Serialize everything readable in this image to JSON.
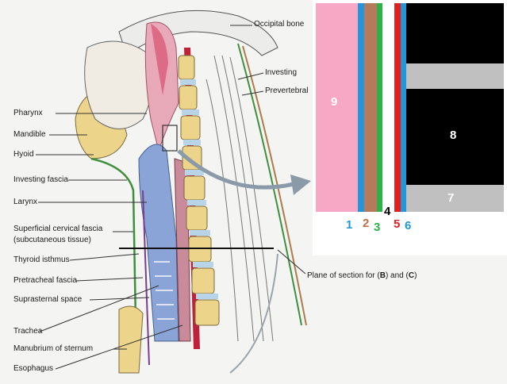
{
  "figure": {
    "left_labels": [
      "Pharynx",
      "Mandible",
      "Hyoid",
      "Investing fascia",
      "Larynx",
      "Superficial cervical fascia",
      "(subcutaneous tissue)",
      "Thyroid isthmus",
      "Pretracheal fascia",
      "Suprasternal space",
      "Trachea",
      "Manubrium of sternum",
      "Esophagus"
    ],
    "right_labels": [
      "Occipital bone",
      "Investing",
      "Prevertebral"
    ],
    "plane_label": {
      "prefix": "Plane of section for (",
      "b": "B",
      "mid": ") and (",
      "c": "C",
      "suffix": ")"
    }
  },
  "inset": {
    "layer_numbers": [
      "1",
      "2",
      "3",
      "4",
      "5",
      "6",
      "7",
      "8",
      "9"
    ],
    "colors": {
      "layer_9": "#f7a8c4",
      "layer_1": "#2196d8",
      "layer_2": "#b47a5a",
      "layer_3": "#2bb34a",
      "layer_5": "#e02020",
      "layer_6": "#2196d8",
      "layer_7": "#c0c0c0",
      "layer_8": "#000000",
      "label_1": "#2196d8",
      "label_2": "#c07048",
      "label_3": "#2bb34a",
      "label_4": "#000000",
      "label_5": "#e02020",
      "label_6": "#2196d8"
    }
  }
}
